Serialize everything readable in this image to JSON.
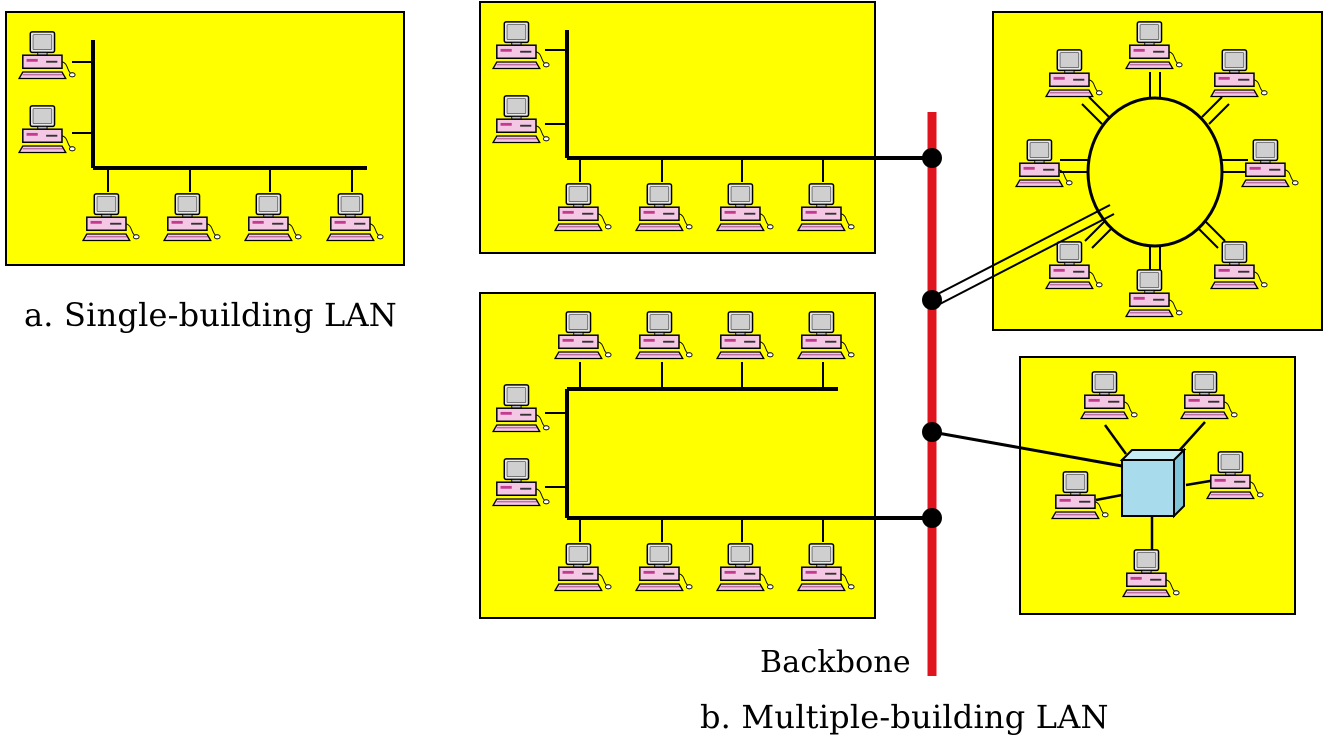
{
  "labels": {
    "single_building": "a. Single-building LAN",
    "multiple_building": "b. Multiple-building LAN",
    "backbone": "Backbone"
  },
  "colors": {
    "building_fill": "#ffff00",
    "backbone": "#e0141e",
    "hub": "#a8dcec",
    "monitor": "#d6d6d6",
    "system_unit": "#f4c8e4"
  },
  "icons": {
    "computer": "computer-icon",
    "hub": "hub-icon"
  }
}
